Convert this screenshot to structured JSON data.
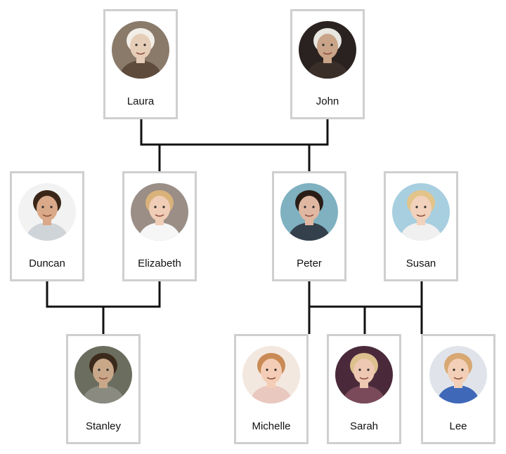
{
  "people": [
    {
      "id": "laura",
      "name": "Laura",
      "bg": "#8a7a6a",
      "skin": "#e6cdb8",
      "hair": "#f2efe8",
      "shirt": "#5e4b3c"
    },
    {
      "id": "john",
      "name": "John",
      "bg": "#2a2220",
      "skin": "#c9a488",
      "hair": "#e8e6e0",
      "shirt": "#3a2e28"
    },
    {
      "id": "duncan",
      "name": "Duncan",
      "bg": "#f2f2f2",
      "skin": "#d9a98a",
      "hair": "#3a2618",
      "shirt": "#cfd4d8"
    },
    {
      "id": "elizabeth",
      "name": "Elizabeth",
      "bg": "#9a8e86",
      "skin": "#f0cdb6",
      "hair": "#d9b27a",
      "shirt": "#f6f6f6"
    },
    {
      "id": "peter",
      "name": "Peter",
      "bg": "#7fb1c0",
      "skin": "#e0b8a2",
      "hair": "#2a1d16",
      "shirt": "#34404c"
    },
    {
      "id": "susan",
      "name": "Susan",
      "bg": "#a8cfe0",
      "skin": "#f2d2bc",
      "hair": "#e2c48a",
      "shirt": "#f0f0f0"
    },
    {
      "id": "stanley",
      "name": "Stanley",
      "bg": "#6b6e5e",
      "skin": "#c9a88a",
      "hair": "#3b2a1c",
      "shirt": "#8a8a80"
    },
    {
      "id": "michelle",
      "name": "Michelle",
      "bg": "#f3e8e0",
      "skin": "#f4cdb6",
      "hair": "#c98a55",
      "shirt": "#e9c8c0"
    },
    {
      "id": "sarah",
      "name": "Sarah",
      "bg": "#4a2a3a",
      "skin": "#eec8b2",
      "hair": "#dcc08e",
      "shirt": "#7a4a5a"
    },
    {
      "id": "lee",
      "name": "Lee",
      "bg": "#e0e4ea",
      "skin": "#f2cfb6",
      "hair": "#d8a872",
      "shirt": "#3f68b8"
    }
  ],
  "colors": {
    "card_border": "#cfcfcf",
    "connector": "#111111"
  }
}
